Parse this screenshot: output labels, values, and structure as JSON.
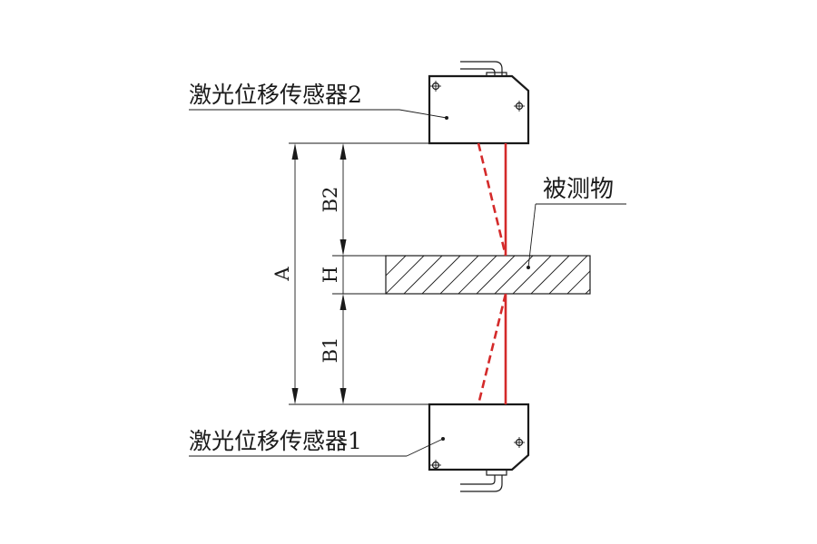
{
  "labels": {
    "sensor_top": "激光位移传感器2",
    "sensor_bottom": "激光位移传感器1",
    "object": "被测物",
    "dim_a": "A",
    "dim_b2": "B2",
    "dim_h": "H",
    "dim_b1": "B1"
  },
  "colors": {
    "laser": "#d42a2a",
    "line": "#1a1a1a",
    "background": "#ffffff"
  }
}
